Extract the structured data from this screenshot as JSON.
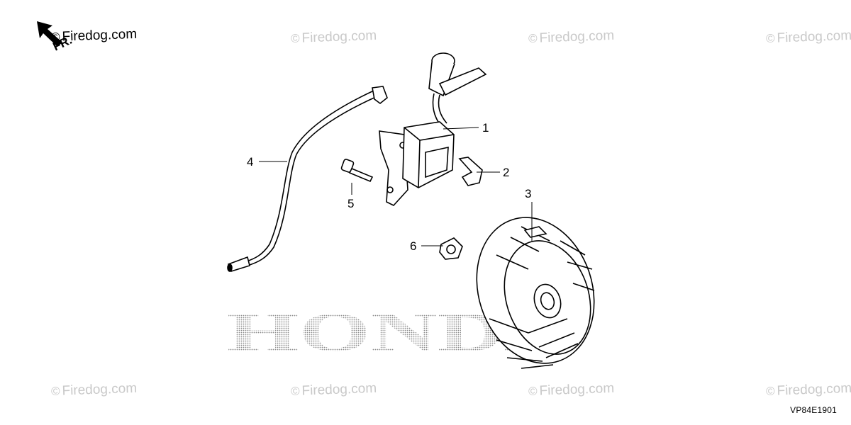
{
  "watermark": {
    "symbol": "©",
    "text": "Firedog.com",
    "dark_instance_text": "Firedog.com",
    "color": "#c9c9c9"
  },
  "logo_text": "HONDA",
  "direction_mark": {
    "label": "FR.",
    "icon": "arrow-up-left-icon"
  },
  "callouts": {
    "ignition_coil": "1",
    "stop_switch_clip": "2",
    "flywheel": "3",
    "stop_wire": "4",
    "coil_bolt": "5",
    "flywheel_nut": "6"
  },
  "diagram_code": "VP84E1901"
}
